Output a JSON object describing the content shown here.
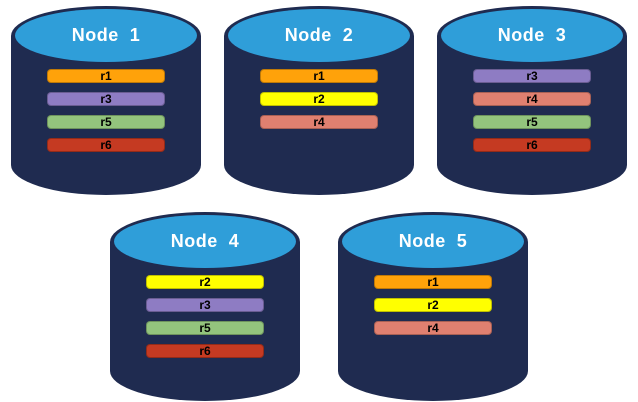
{
  "palette": {
    "background": "#FFFFFF",
    "cylinder_body": "#1F2B50",
    "cylinder_top": "#2F9ED9",
    "title_color": "#FFFFFF",
    "bar_text": "#000000",
    "replica_colors": {
      "r1": "#FFA20A",
      "r2": "#FFFF00",
      "r3": "#8E7CC3",
      "r4": "#E08070",
      "r5": "#93C47D",
      "r6": "#C53A22"
    }
  },
  "nodes": [
    {
      "title": "Node  1",
      "replicas": [
        {
          "label": "r1",
          "color": "#FFA20A"
        },
        {
          "label": "r3",
          "color": "#8E7CC3"
        },
        {
          "label": "r5",
          "color": "#93C47D"
        },
        {
          "label": "r6",
          "color": "#C53A22"
        }
      ]
    },
    {
      "title": "Node  2",
      "replicas": [
        {
          "label": "r1",
          "color": "#FFA20A"
        },
        {
          "label": "r2",
          "color": "#FFFF00"
        },
        {
          "label": "r4",
          "color": "#E08070"
        }
      ]
    },
    {
      "title": "Node  3",
      "replicas": [
        {
          "label": "r3",
          "color": "#8E7CC3"
        },
        {
          "label": "r4",
          "color": "#E08070"
        },
        {
          "label": "r5",
          "color": "#93C47D"
        },
        {
          "label": "r6",
          "color": "#C53A22"
        }
      ]
    },
    {
      "title": "Node  4",
      "replicas": [
        {
          "label": "r2",
          "color": "#FFFF00"
        },
        {
          "label": "r3",
          "color": "#8E7CC3"
        },
        {
          "label": "r5",
          "color": "#93C47D"
        },
        {
          "label": "r6",
          "color": "#C53A22"
        }
      ]
    },
    {
      "title": "Node  5",
      "replicas": [
        {
          "label": "r1",
          "color": "#FFA20A"
        },
        {
          "label": "r2",
          "color": "#FFFF00"
        },
        {
          "label": "r4",
          "color": "#E08070"
        }
      ]
    }
  ],
  "rows": [
    [
      0,
      1,
      2
    ],
    [
      3,
      4
    ]
  ]
}
